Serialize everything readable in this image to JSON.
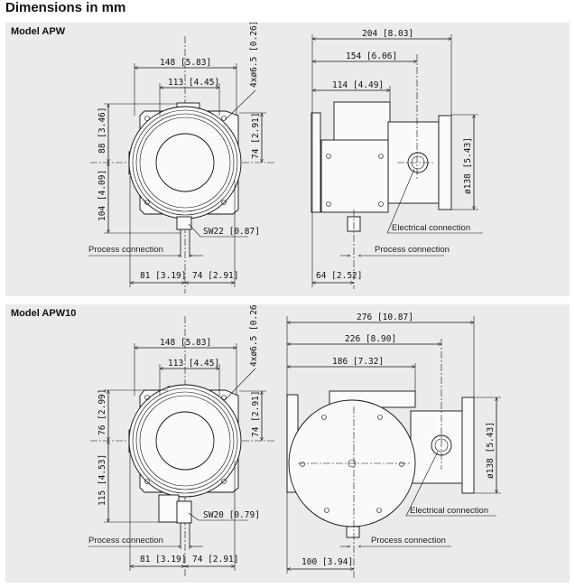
{
  "title": "Dimensions in mm",
  "models": [
    {
      "name": "Model APW",
      "front": {
        "square_outer": "148 [5.83]",
        "square_inner": "113 [4.45]",
        "holes": "4xø6.5 [0.26]",
        "top_height": "88 [3.46]",
        "bottom_height": "104 [4.09]",
        "right_height": "74 [2.91]",
        "wrench": "SW22  [0.87]",
        "left_width": "81 [3.19]",
        "right_width": "74 [2.91]",
        "process_label": "Process connection"
      },
      "side": {
        "overall": "204 [8.03]",
        "to_electrical": "154 [6.06]",
        "housing": "114 [4.49]",
        "diameter": "ø138 [5.43]",
        "process_offset": "64 [2.52]",
        "electrical_label": "Electrical connection",
        "process_label": "Process connection"
      }
    },
    {
      "name": "Model APW10",
      "front": {
        "square_outer": "148 [5.83]",
        "square_inner": "113 [4.45]",
        "holes": "4xø6.5 [0.26]",
        "top_height": "76 [2.99]",
        "bottom_height": "115 [4.53]",
        "right_height": "74 [2.91]",
        "wrench": "SW20  [0.79]",
        "left_width": "81 [3.19]",
        "right_width": "74 [2.91]",
        "process_label": "Process connection"
      },
      "side": {
        "overall": "276 [10.87]",
        "to_electrical": "226 [8.90]",
        "housing": "186 [7.32]",
        "diameter": "ø138 [5.43]",
        "process_offset": "100 [3.94]",
        "electrical_label": "Electrical connection",
        "process_label": "Process connection"
      }
    }
  ]
}
